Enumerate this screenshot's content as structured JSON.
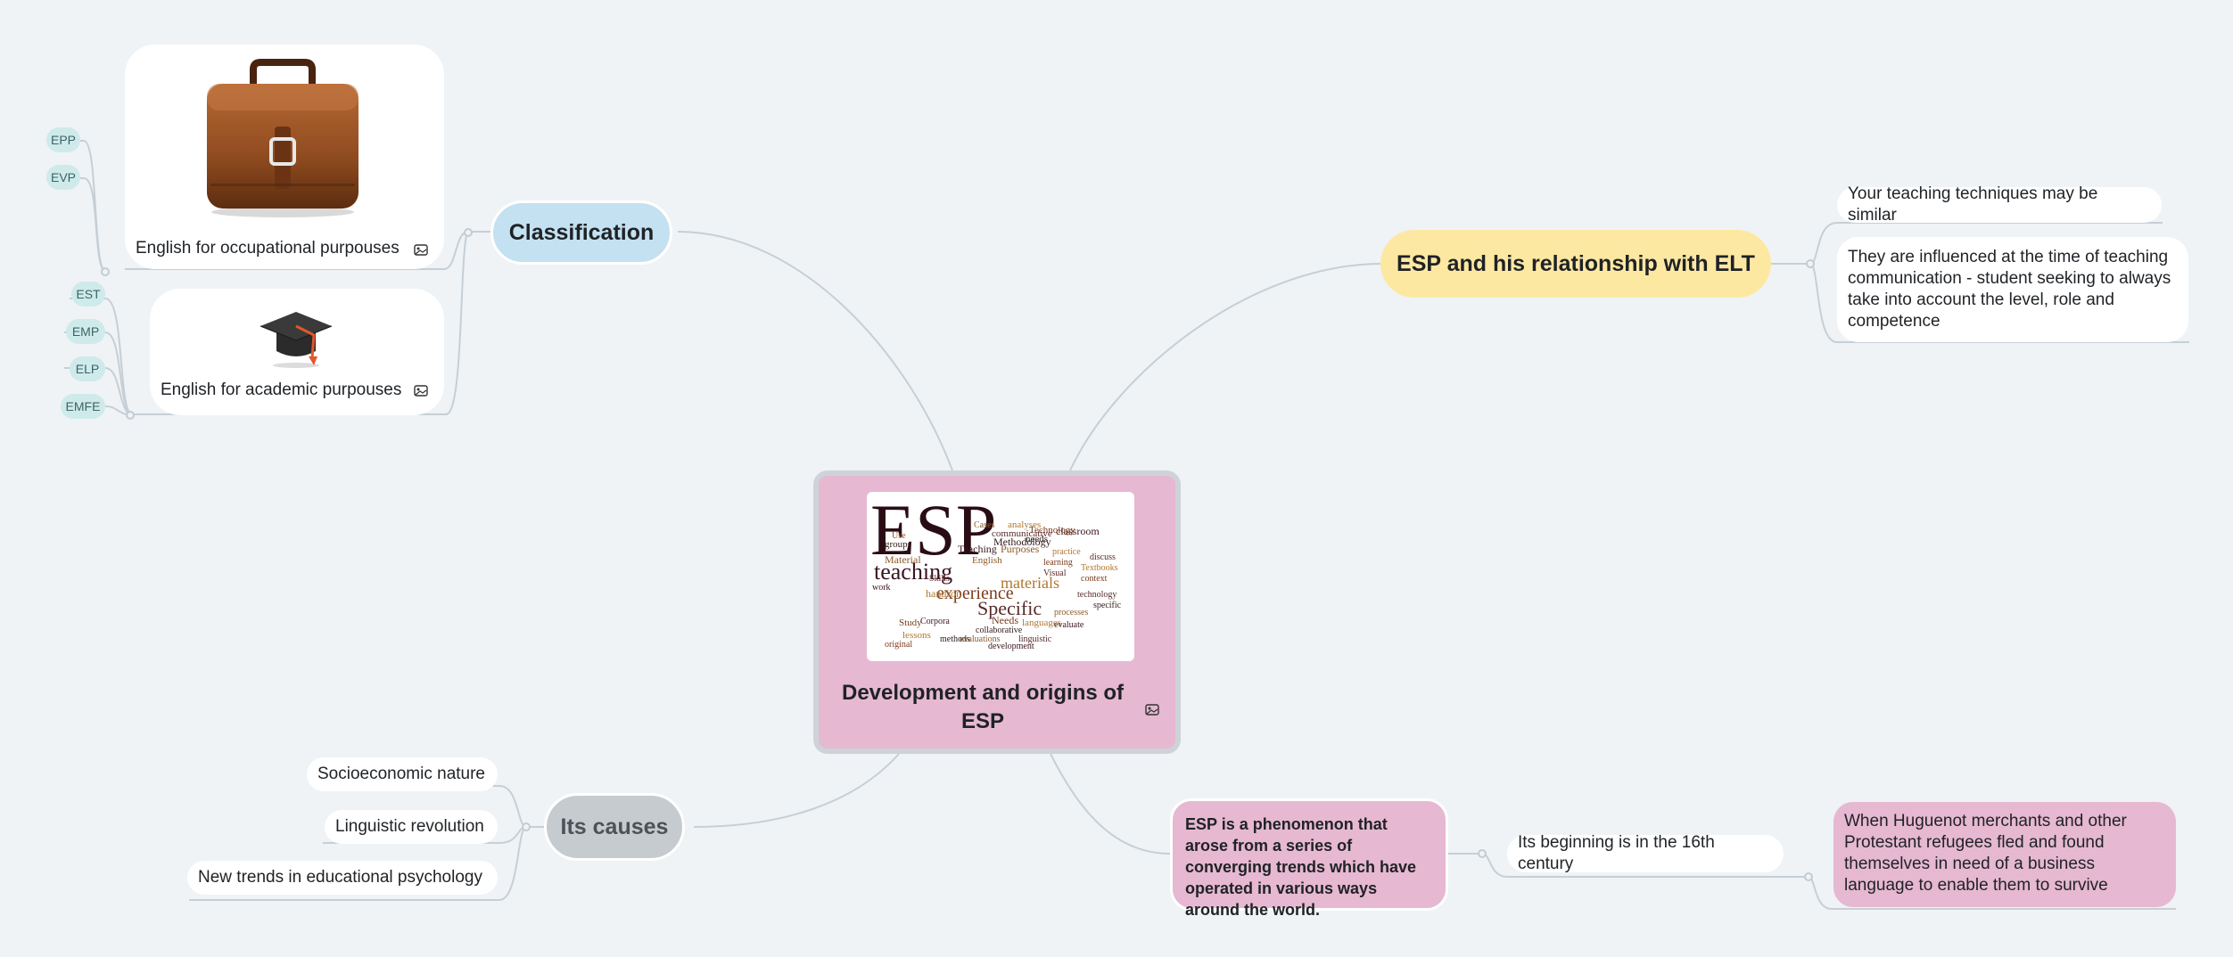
{
  "central": {
    "title": "Development and origins of ESP",
    "wordcloud": {
      "big": "ESP",
      "words": [
        "teaching",
        "experience",
        "materials",
        "Specific",
        "Purposes",
        "Methodology",
        "Teaching",
        "learning",
        "practice",
        "Visual",
        "Material",
        "groups",
        "work",
        "context",
        "Textbooks",
        "technology",
        "processes",
        "collaborative",
        "development",
        "Needs",
        "languages",
        "linguistic",
        "evaluations",
        "methods",
        "Corpora",
        "Study",
        "handson",
        "Skills",
        "English",
        "needs",
        "classroom",
        "Technology",
        "analyses",
        "communicative",
        "Cases",
        "specific",
        "evaluate",
        "original",
        "lessons",
        "discuss",
        "Use"
      ]
    }
  },
  "branches": {
    "classification": {
      "label": "Classification",
      "children": [
        {
          "label": "English for occupational purpouses",
          "image": "briefcase",
          "tags": [
            "EPP",
            "EVP"
          ]
        },
        {
          "label": "English for academic purpouses",
          "image": "graduation-cap",
          "tags": [
            "EST",
            "EMP",
            "ELP",
            "EMFE"
          ]
        }
      ]
    },
    "elt": {
      "label": "ESP and his relationship with ELT",
      "children": [
        "Your teaching techniques may be similar",
        "They are influenced at the time of teaching communication - student seeking to always take into account the level, role and competence"
      ]
    },
    "causes": {
      "label": "Its causes",
      "children": [
        "Socioeconomic nature",
        "Linguistic revolution",
        "New trends in educational psychology"
      ]
    },
    "phenomenon": {
      "label": "ESP is a phenomenon that arose from a series of converging trends which have operated in various ways around the world.",
      "child": "Its beginning is in the 16th century",
      "grandchild": "When Huguenot merchants and other Protestant refugees fled and found themselves in need of a business language to enable them to survive"
    }
  },
  "colors": {
    "background": "#eff3f6",
    "central": "#e6b8d2",
    "classification": "#c3e1f1",
    "elt": "#fde8a2",
    "causes": "#c6cbcf",
    "phenomenon": "#e6b8d2",
    "tag": "#cfeaea",
    "line": "#c3ccd3"
  }
}
